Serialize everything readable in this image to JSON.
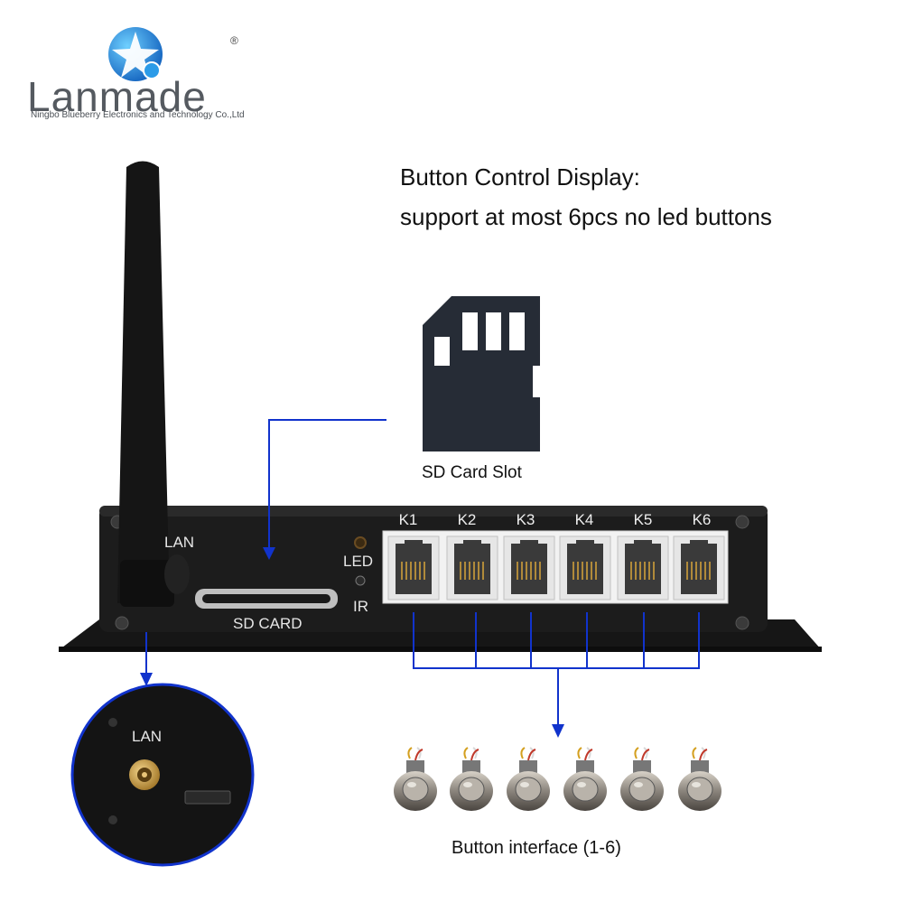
{
  "brand": {
    "name": "Lanmade",
    "registered": "®",
    "subtitle": "Ningbo Blueberry Electronics and Technology Co.,Ltd"
  },
  "headline": {
    "line1": "Button Control Display:",
    "line2": "support at most 6pcs  no led buttons"
  },
  "device": {
    "sd_slot_print": "SD CARD",
    "led_print": "LED",
    "ir_print": "IR",
    "lan_print": "LAN",
    "ports": [
      "K1",
      "K2",
      "K3",
      "K4",
      "K5",
      "K6"
    ]
  },
  "callouts": {
    "sd_card_slot": "SD Card Slot",
    "button_interface": "Button interface (1-6)",
    "lan_inset": "LAN"
  },
  "colors": {
    "arrow": "#1133cc",
    "device_body": "#1c1c1c",
    "brand_blue": "#1e88e5",
    "sd_icon": "#262c36"
  },
  "icons": [
    "antenna",
    "sd-card-icon",
    "rj11-port",
    "push-button"
  ]
}
